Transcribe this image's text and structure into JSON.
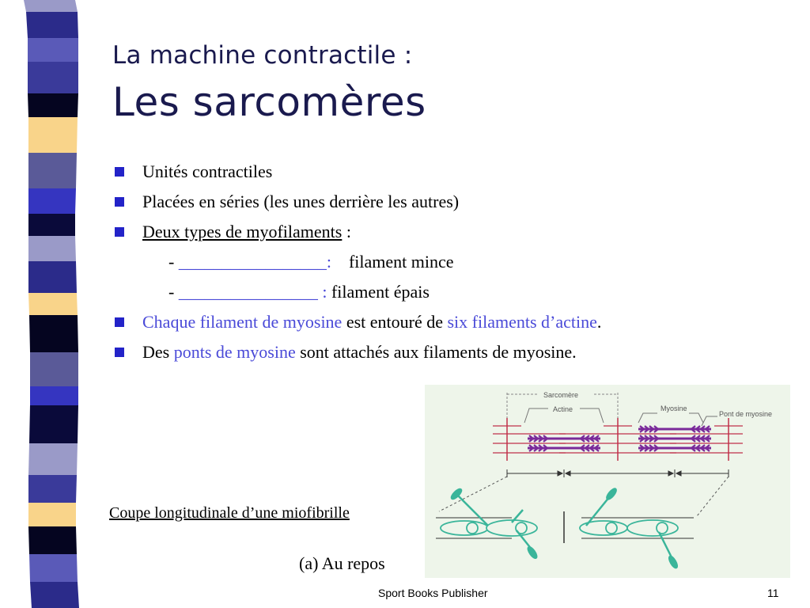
{
  "title": {
    "line1": "La machine contractile :",
    "line2": "Les sarcomères"
  },
  "bullets": {
    "b1": "Unités contractiles",
    "b2": "Placées en séries (les unes derrière les autres)",
    "b3_main": "Deux types de myofilaments",
    "b3_colon": " :",
    "sub1_dash": "- ",
    "sub1_blank": "_________________:",
    "sub1_text": "    filament mince",
    "sub2_dash": "- ",
    "sub2_blank": "________________ :",
    "sub2_text": " filament épais",
    "b4_part1": "Chaque filament de myosine",
    "b4_part2": " est entouré de ",
    "b4_part3": "six filaments d’actine",
    "b4_part4": ".",
    "b5_part1": "Des ",
    "b5_part2": "ponts de myosine",
    "b5_part3": " sont attachés aux filaments de myosine."
  },
  "caption": "Coupe longitudinale d’une miofibrille",
  "sub_caption": "(a) Au repos",
  "figure": {
    "label_sarcomere": "Sarcomère",
    "label_actine": "Actine",
    "label_myosine": "Myosine",
    "label_pont": "Pont de myosine"
  },
  "footer": {
    "publisher": "Sport Books Publisher",
    "page": "11"
  },
  "colors": {
    "title": "#1a1a4e",
    "bullet": "#2323c8",
    "highlight": "#4a4ad8",
    "myosin": "#7a2a9a",
    "actin": "#c0304a",
    "bridge": "#3ab59a"
  }
}
